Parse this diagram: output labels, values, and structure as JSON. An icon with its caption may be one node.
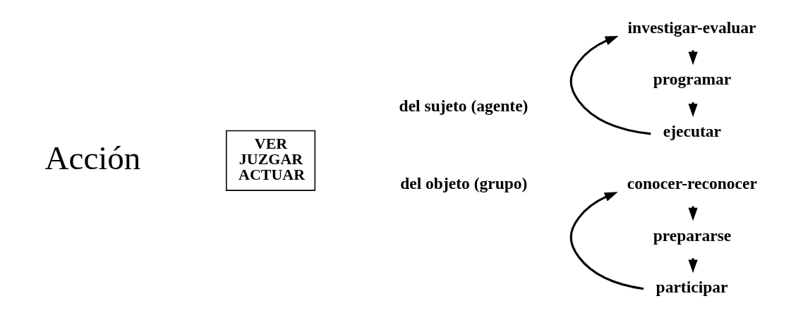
{
  "diagram": {
    "nodes": [
      {
        "text": [
          "Acción"
        ]
      },
      {
        "text": [
          "VER",
          "JUZGAR",
          "ACTUAR"
        ]
      },
      {
        "text": [
          "del sujeto (agente)"
        ]
      },
      {
        "text": [
          "del objeto (grupo)"
        ]
      },
      {
        "text": [
          "investigar-evaluar"
        ]
      },
      {
        "text": [
          "programar"
        ]
      },
      {
        "text": [
          "ejecutar"
        ]
      },
      {
        "text": [
          "conocer-reconocer"
        ]
      },
      {
        "text": [
          "prepararse"
        ]
      },
      {
        "text": [
          "participar"
        ]
      }
    ],
    "edges": [
      {
        "from": 4,
        "to": 5,
        "arrow": "to"
      },
      {
        "from": 5,
        "to": 6,
        "arrow": "to"
      },
      {
        "from": 6,
        "to": 4,
        "arrow": "to"
      },
      {
        "from": 7,
        "to": 8,
        "arrow": "to"
      },
      {
        "from": 8,
        "to": 9,
        "arrow": "to"
      },
      {
        "from": 9,
        "to": 7,
        "arrow": "to"
      }
    ]
  }
}
